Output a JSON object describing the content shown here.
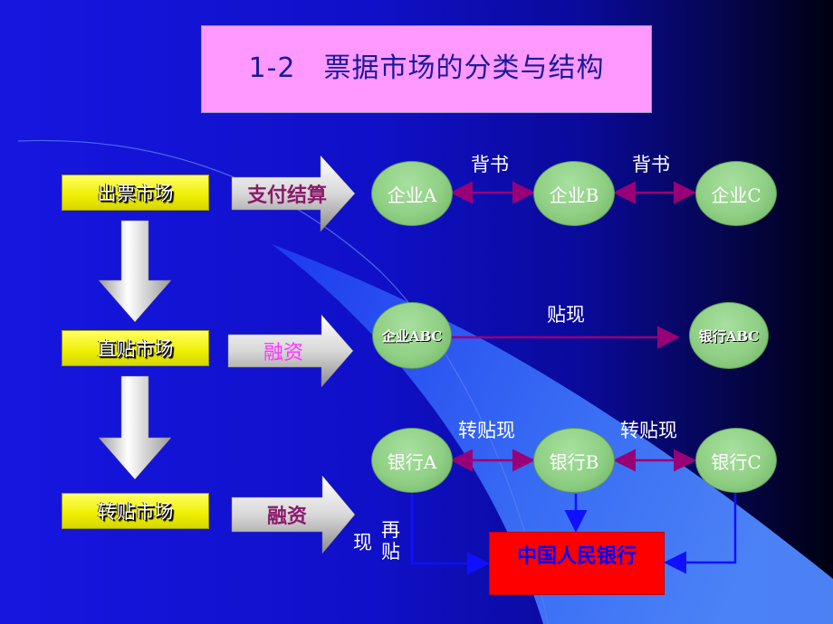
{
  "title": "1-2　票据市场的分类与结构",
  "markets": [
    "出票市场",
    "直贴市场",
    "转贴市场"
  ],
  "functions": [
    "支付结算",
    "融资",
    "融资"
  ],
  "row1": {
    "nodes": [
      "企业A",
      "企业B",
      "企业C"
    ],
    "edge_label": "背书"
  },
  "row2": {
    "nodes": [
      "企业ABC",
      "银行ABC"
    ],
    "edge_label": "贴现"
  },
  "row3": {
    "nodes": [
      "银行A",
      "银行B",
      "银行C"
    ],
    "edge_label": "转贴现"
  },
  "central_bank": "中国人民银行",
  "rediscount": {
    "col1": "现",
    "col2": "再贴"
  },
  "colors": {
    "function_1": "#8b1a6b",
    "function_2": "#ff33ff",
    "function_3": "#8b1a6b",
    "title_text": "#1a1a99"
  }
}
